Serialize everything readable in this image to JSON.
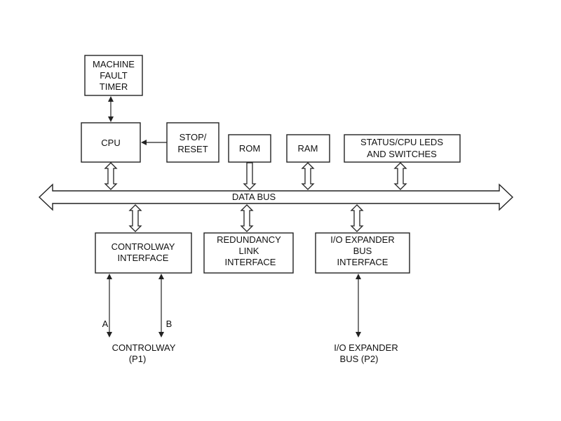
{
  "blocks": {
    "machine_fault_timer": [
      "MACHINE",
      "FAULT",
      "TIMER"
    ],
    "cpu": [
      "CPU"
    ],
    "stop_reset": [
      "STOP/",
      "RESET"
    ],
    "rom": [
      "ROM"
    ],
    "ram": [
      "RAM"
    ],
    "status_leds": [
      "STATUS/CPU LEDS",
      "AND SWITCHES"
    ],
    "controlway_interface": [
      "CONTROLWAY",
      "INTERFACE"
    ],
    "redundancy_link": [
      "REDUNDANCY",
      "LINK",
      "INTERFACE"
    ],
    "io_expander_interface": [
      "I/O EXPANDER",
      "BUS",
      "INTERFACE"
    ]
  },
  "bus": {
    "label": "DATA BUS"
  },
  "channels": {
    "a": "A",
    "b": "B"
  },
  "ports": {
    "controlway": [
      "CONTROLWAY",
      "(P1)"
    ],
    "io_expander_bus": [
      "I/O EXPANDER",
      "BUS (P2)"
    ]
  },
  "colors": {
    "stroke": "#222222",
    "text": "#111111",
    "background": "#ffffff"
  }
}
